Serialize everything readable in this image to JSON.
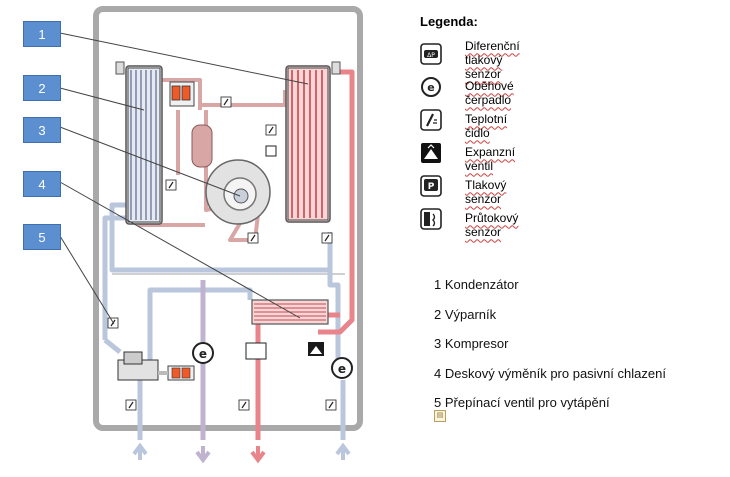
{
  "callouts": [
    "1",
    "2",
    "3",
    "4",
    "5"
  ],
  "legend": {
    "title": "Legenda:",
    "items": [
      {
        "icon": "differential-pressure-sensor-icon",
        "label": "Diferenční tlakový senzor"
      },
      {
        "icon": "circulation-pump-icon",
        "label": "Oběhové čerpadlo"
      },
      {
        "icon": "temperature-sensor-icon",
        "label": "Teplotní čidlo"
      },
      {
        "icon": "expansion-valve-icon",
        "label": "Expanzní ventil"
      },
      {
        "icon": "pressure-sensor-icon",
        "label": "Tlakový senzor"
      },
      {
        "icon": "flow-sensor-icon",
        "label": "Průtokový senzor"
      }
    ]
  },
  "components": [
    "1 Kondenzátor",
    "2 Výparník",
    "3 Kompresor",
    "4 Deskový výměník pro pasivní chlazení",
    "5 Přepínací ventil pro vytápění"
  ],
  "icon_glyphs": {
    "pump": "e",
    "pressure": "P",
    "diff_pressure": "ΔP"
  },
  "colors": {
    "cold_pipe": "#b9c6dc",
    "hot_pipe": "#e8848a",
    "purple_pipe": "#bfb3cf",
    "compressor_pipe": "#d9a6a6",
    "callout": "#5b8fcf",
    "frame": "#aaaaaa"
  }
}
